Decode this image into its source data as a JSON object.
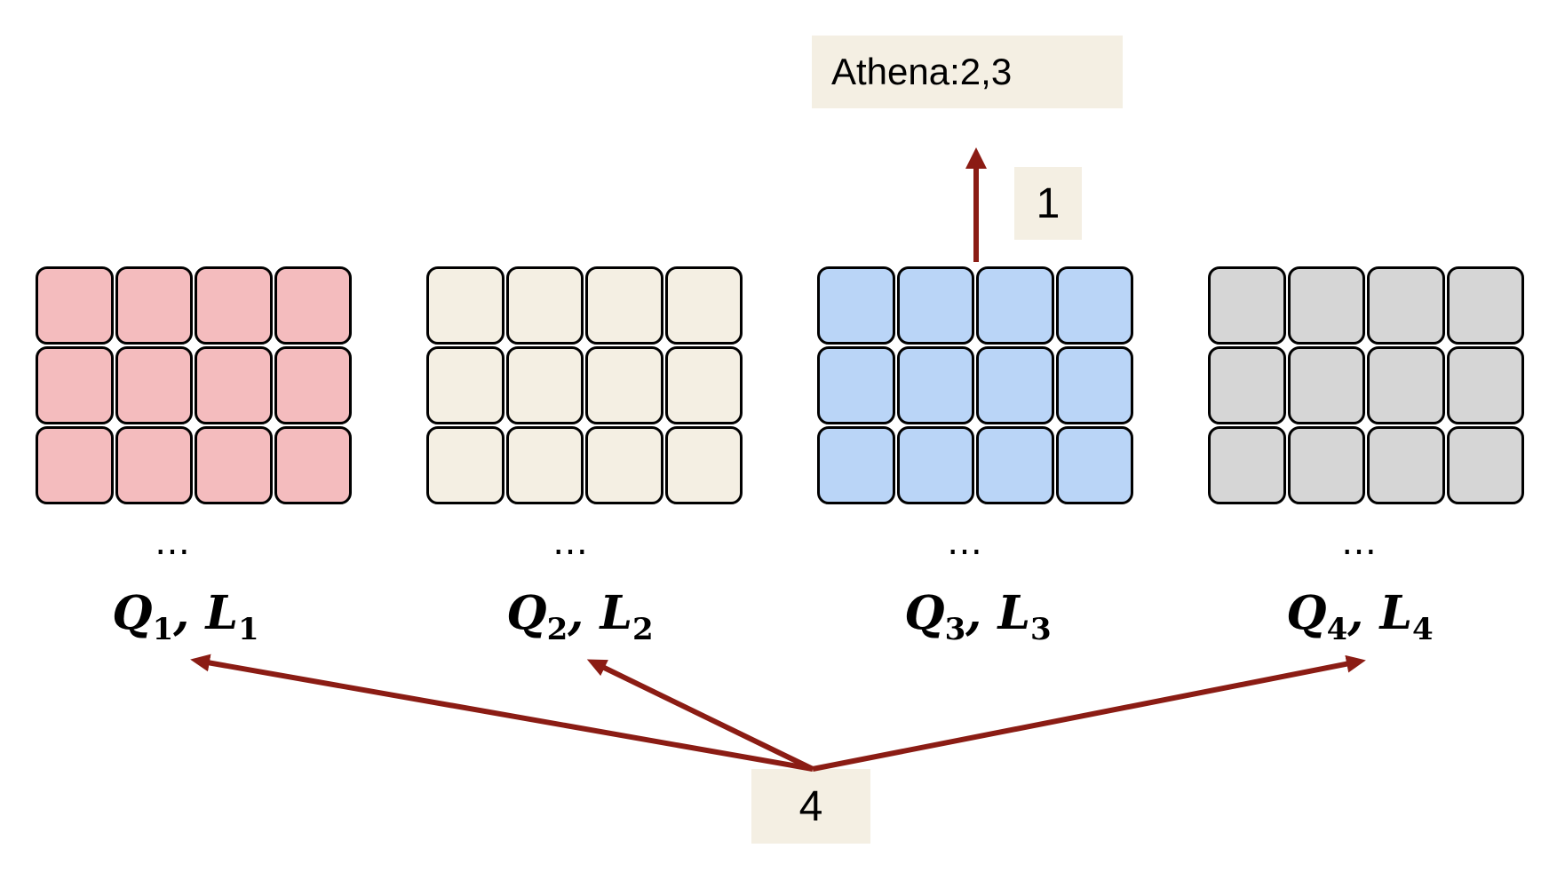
{
  "annotations": {
    "top_label": "Athena:2,3",
    "step_up": "1",
    "step_bottom": "4"
  },
  "ellipsis": "…",
  "groups": [
    {
      "q": "Q",
      "q_sub": "1",
      "sep": ", ",
      "l": "L",
      "l_sub": "1",
      "color": "#f4bcbe"
    },
    {
      "q": "Q",
      "q_sub": "2",
      "sep": ", ",
      "l": "L",
      "l_sub": "2",
      "color": "#f4efe3"
    },
    {
      "q": "Q",
      "q_sub": "3",
      "sep": ", ",
      "l": "L",
      "l_sub": "3",
      "color": "#bad5f7"
    },
    {
      "q": "Q",
      "q_sub": "4",
      "sep": ", ",
      "l": "L",
      "l_sub": "4",
      "color": "#d6d6d6"
    }
  ],
  "grid": {
    "rows": 3,
    "cols": 4
  },
  "colors": {
    "arrow": "#8b1c14",
    "box_bg": "#f4efe3",
    "border": "#000000"
  }
}
